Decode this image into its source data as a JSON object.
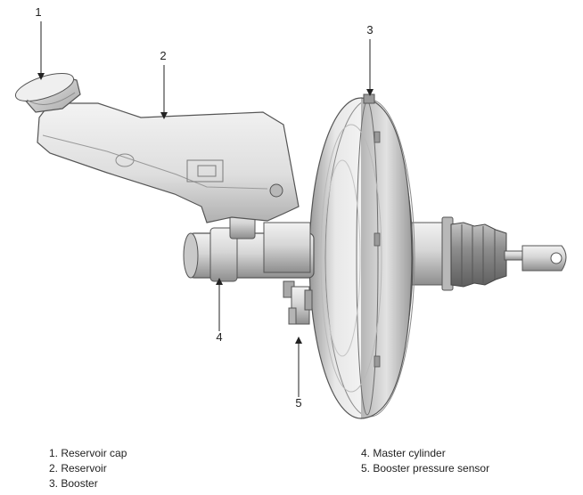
{
  "callouts": [
    {
      "number": "1",
      "part": "Reservoir cap"
    },
    {
      "number": "2",
      "part": "Reservoir"
    },
    {
      "number": "3",
      "part": "Booster"
    },
    {
      "number": "4",
      "part": "Master cylinder"
    },
    {
      "number": "5",
      "part": "Booster pressure sensor"
    }
  ],
  "legend": {
    "left": [
      "1. Reservoir cap",
      "2. Reservoir",
      "3. Booster"
    ],
    "right": [
      "4. Master cylinder",
      "5. Booster pressure sensor"
    ]
  },
  "colors": {
    "metal_light": "#eeeeee",
    "metal_mid": "#c8c8c8",
    "metal_dark": "#8a8a8a",
    "outline": "#555555",
    "leader": "#222222"
  }
}
